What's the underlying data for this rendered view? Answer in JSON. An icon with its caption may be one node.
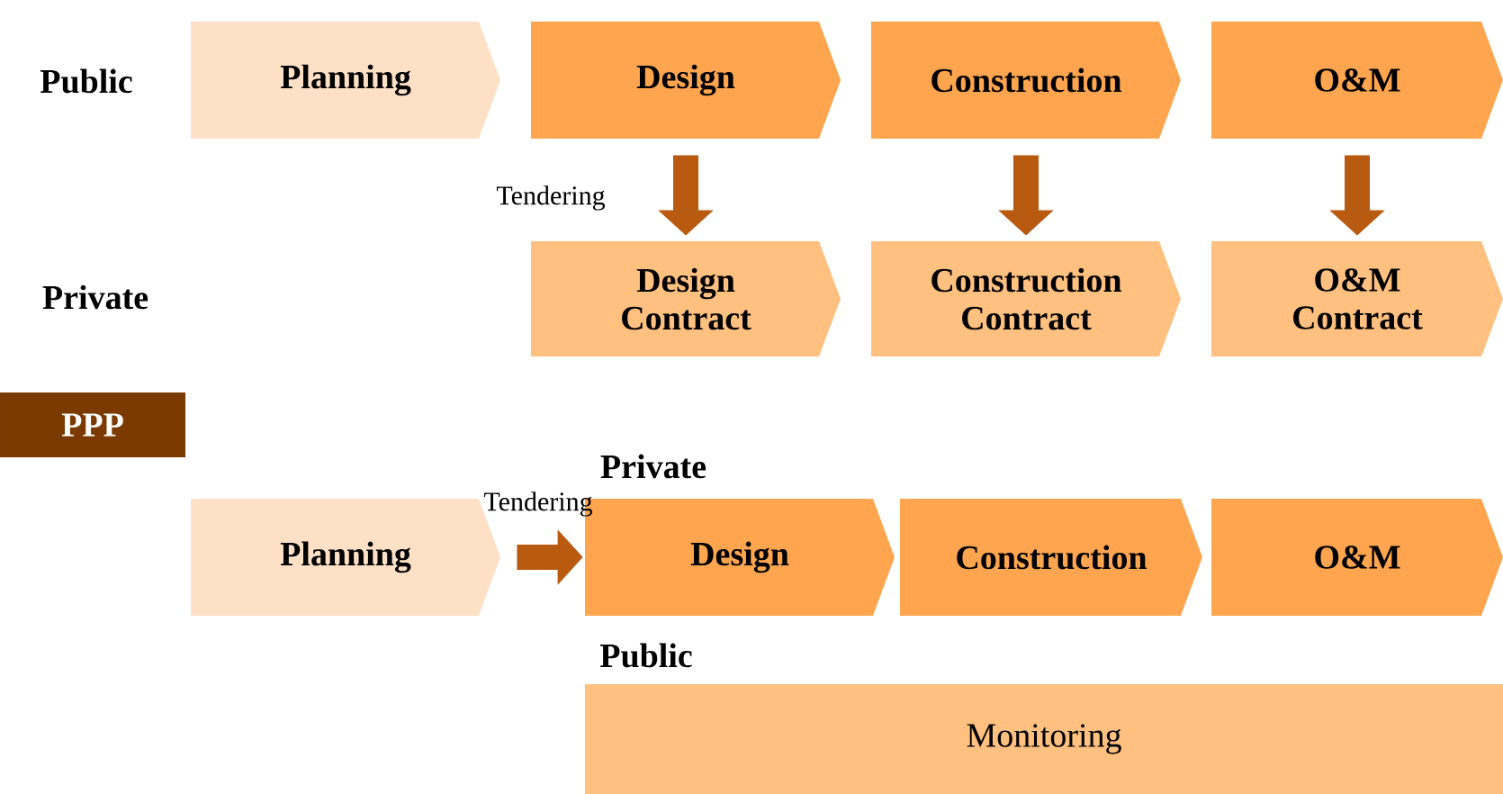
{
  "diagram": {
    "nodes": [
      {
        "text": [
          "Planning"
        ]
      },
      {
        "text": [
          "Design"
        ]
      },
      {
        "text": [
          "Construction"
        ]
      },
      {
        "text": [
          "O&M"
        ]
      },
      {
        "text": [
          "Design Contract"
        ]
      },
      {
        "text": [
          "Construction Contract"
        ]
      },
      {
        "text": [
          "O&M Contract"
        ]
      },
      {
        "text": [
          "PPP"
        ]
      },
      {
        "text": [
          "Planning"
        ]
      },
      {
        "text": [
          "Design"
        ]
      },
      {
        "text": [
          "Construction"
        ]
      },
      {
        "text": [
          "O&M"
        ]
      },
      {
        "text": [
          "Monitoring"
        ]
      }
    ],
    "edges": [
      {
        "from": 1,
        "to": 4,
        "arrow": "to",
        "label": "Tendering"
      },
      {
        "from": 2,
        "to": 5,
        "arrow": "to"
      },
      {
        "from": 3,
        "to": 6,
        "arrow": "to"
      },
      {
        "from": 8,
        "to": 9,
        "arrow": "to",
        "label": "Tendering"
      }
    ],
    "labels": [
      "Public",
      "Private",
      "Private",
      "Public"
    ]
  }
}
